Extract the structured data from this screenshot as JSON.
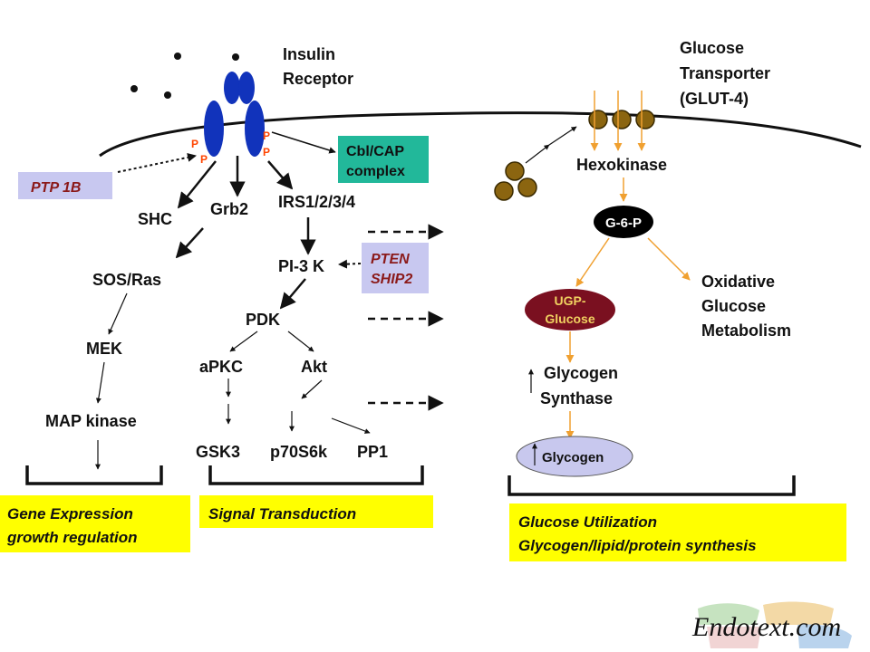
{
  "labels": {
    "insulin_receptor": [
      "Insulin",
      "Receptor"
    ],
    "glut4": [
      "Glucose",
      "Transporter",
      "(GLUT-4)"
    ],
    "phospho": "P",
    "ptp1b": "PTP 1B",
    "cbl_cap": [
      "Cbl/CAP",
      "complex"
    ],
    "shc": "SHC",
    "grb2": "Grb2",
    "irs": "IRS1/2/3/4",
    "sos_ras": "SOS/Ras",
    "pi3k": "PI-3 K",
    "pten_ship2": [
      "PTEN",
      "SHIP2"
    ],
    "pdk": "PDK",
    "mek": "MEK",
    "apkc": "aPKC",
    "akt": "Akt",
    "map_kinase": "MAP kinase",
    "gsk3": "GSK3",
    "p70s6k": "p70S6k",
    "pp1": "PP1",
    "hexokinase": "Hexokinase",
    "g6p": "G-6-P",
    "oxidative": [
      "Oxidative",
      "Glucose",
      "Metabolism"
    ],
    "ugp": [
      "UGP-",
      "Glucose"
    ],
    "glycogen_synthase": [
      "Glycogen",
      "Synthase"
    ],
    "glycogen": "Glycogen"
  },
  "footer_boxes": {
    "gene_expression": [
      "Gene Expression",
      "growth regulation"
    ],
    "signal_transduction": [
      "Signal Transduction"
    ],
    "glucose_utilization": [
      "Glucose Utilization",
      "Glycogen/lipid/protein synthesis"
    ]
  },
  "watermark": "Endotext.com",
  "colors": {
    "receptor": "#1133bb",
    "orange_arrow": "#f0a030",
    "phospho": "#ff4400",
    "label_box_purple": "#c8c8f0",
    "label_text_maroon": "#8b1a1a",
    "cbl_box": "#22b89a",
    "g6p_fill": "#000000",
    "ugp_fill": "#7a1020",
    "glycogen_fill": "#c8c8ee",
    "footer_yellow": "#ffff00",
    "glucose_ball": "#8b6510"
  }
}
